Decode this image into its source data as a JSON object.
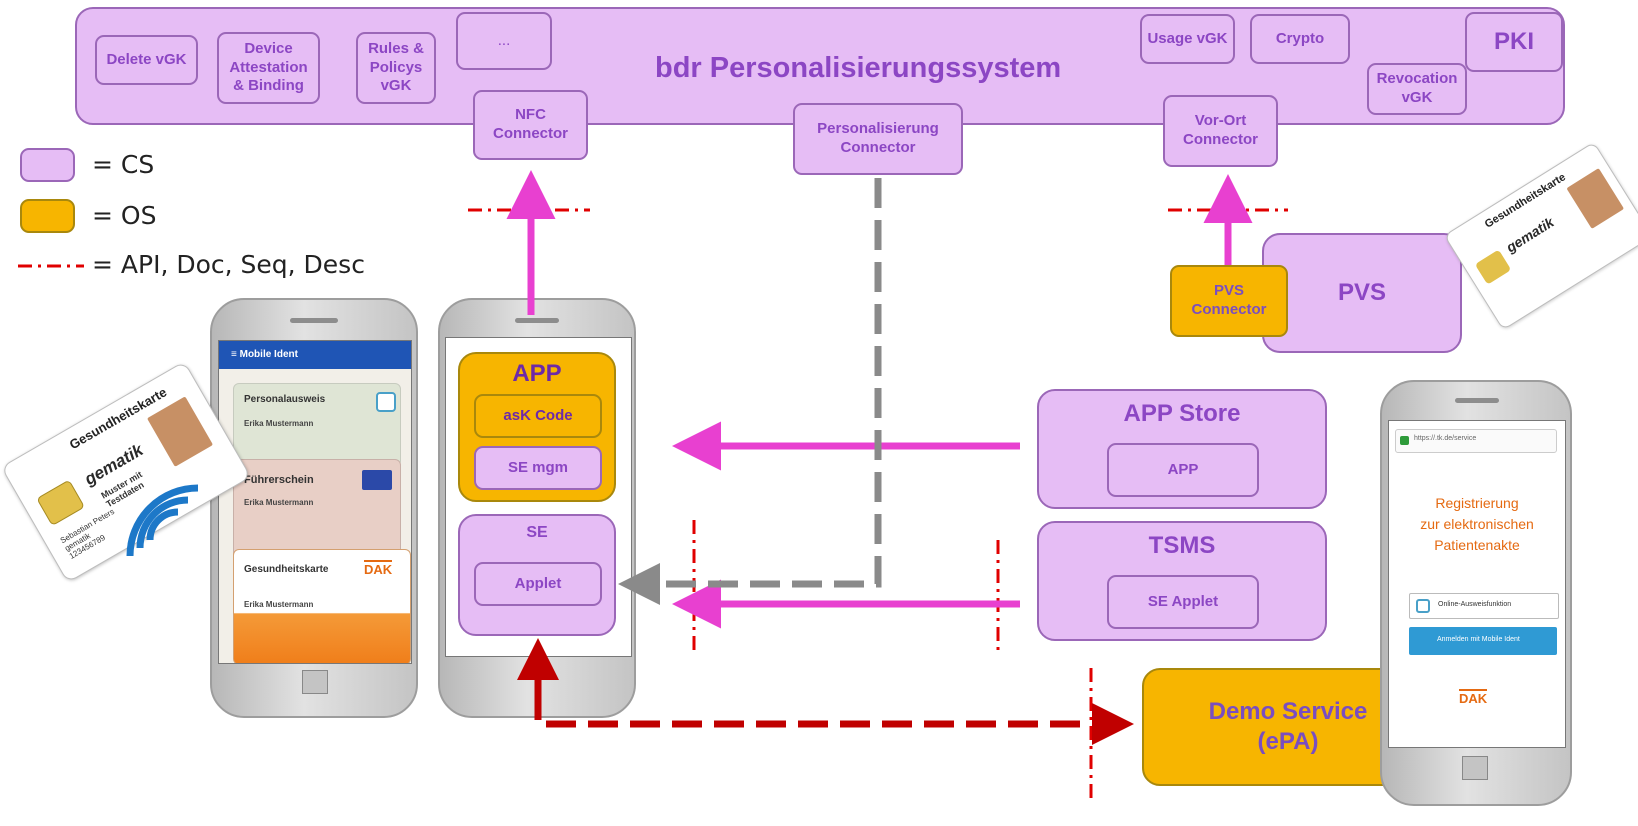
{
  "system": {
    "title": "bdr Personalisierungssystem",
    "modules": {
      "delete_vgk": "Delete vGK",
      "device_attestation": "Device\nAttestation\n& Binding",
      "rules_policys": "Rules &\nPolicys\nvGK",
      "ellipsis": "...",
      "usage_vgk": "Usage vGK",
      "crypto": "Crypto",
      "pki": "PKI",
      "revocation_vgk": "Revocation\nvGK"
    },
    "connectors": {
      "nfc": "NFC\nConnector",
      "personalisierung": "Personalisierung\nConnector",
      "vor_ort": "Vor-Ort\nConnector"
    }
  },
  "legend": {
    "cs": "= CS",
    "os": "= OS",
    "api": "= API, Doc, Seq, Desc"
  },
  "center_phone": {
    "app": "APP",
    "ask_code": "asK Code",
    "se_mgm": "SE mgm",
    "se": "SE",
    "applet": "Applet"
  },
  "app_store": {
    "title": "APP Store",
    "item": "APP"
  },
  "tsms": {
    "title": "TSMS",
    "item": "SE Applet"
  },
  "demo_service": "Demo Service\n(ePA)",
  "pvs": {
    "title": "PVS",
    "connector": "PVS\nConnector"
  },
  "left_phone": {
    "header": "≡  Mobile Ident",
    "card1_title": "Personalausweis",
    "card1_name": "Erika Mustermann",
    "card2_title": "Führerschein",
    "card2_name": "Erika Mustermann",
    "card3_title": "Gesundheitskarte",
    "card3_name": "Erika Mustermann",
    "card3_brand": "DAK"
  },
  "gk_card": {
    "title": "Gesundheitskarte",
    "brand": "gematik",
    "muster": "Muster mit\nTestdaten",
    "name": "Sebastian Peters\ngematik\n123456789"
  },
  "right_phone": {
    "url": "https://.tk.de/service",
    "title": "Registrierung\nzur elektronischen\nPatientenakte",
    "btn1": "Online-Ausweisfunktion",
    "btn2": "Anmelden mit Mobile Ident",
    "brand": "DAK"
  },
  "colors": {
    "cs_fill": "#e6bdf5",
    "os_fill": "#f7b500",
    "magenta_arrow": "#e840d0",
    "gray_dash": "#8a8a8a",
    "dark_red": "#c00000",
    "api_red": "#e00000"
  }
}
